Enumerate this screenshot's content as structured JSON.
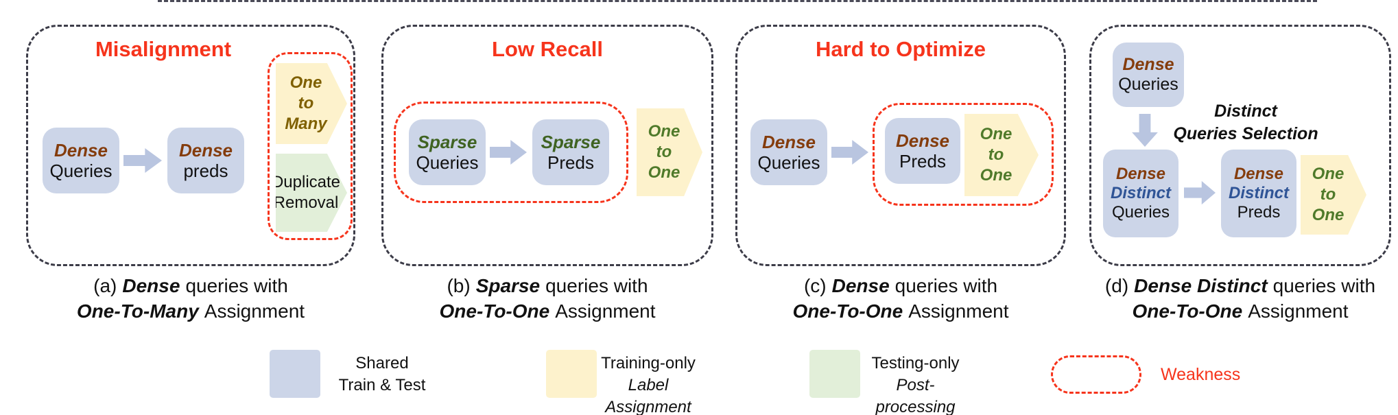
{
  "figure": {
    "panels": {
      "a": {
        "title": "Misalignment",
        "query_box": {
          "word1": "Dense",
          "word2": "Queries"
        },
        "pred_box": {
          "word1": "Dense",
          "word2": "preds"
        },
        "assignment": {
          "l1": "One",
          "l2": "to",
          "l3": "Many"
        },
        "postprocess": {
          "l1": "Duplicate",
          "l2": "Removal"
        },
        "caption_line1": {
          "prefix": "(a)",
          "emph": "Dense",
          "rest": "queries with"
        },
        "caption_line2": {
          "emph": "One-To-Many",
          "rest": "Assignment"
        }
      },
      "b": {
        "title": "Low Recall",
        "query_box": {
          "word1": "Sparse",
          "word2": "Queries"
        },
        "pred_box": {
          "word1": "Sparse",
          "word2": "Preds"
        },
        "assignment": {
          "l1": "One",
          "l2": "to",
          "l3": "One"
        },
        "caption_line1": {
          "prefix": "(b)",
          "emph": "Sparse",
          "rest": "queries with"
        },
        "caption_line2": {
          "emph": "One-To-One",
          "rest": "Assignment"
        }
      },
      "c": {
        "title": "Hard to Optimize",
        "query_box": {
          "word1": "Dense",
          "word2": "Queries"
        },
        "pred_box": {
          "word1": "Dense",
          "word2": "Preds"
        },
        "assignment": {
          "l1": "One",
          "l2": "to",
          "l3": "One"
        },
        "caption_line1": {
          "prefix": "(c)",
          "emph": "Dense",
          "rest": "queries with"
        },
        "caption_line2": {
          "emph": "One-To-One",
          "rest": "Assignment"
        }
      },
      "d": {
        "top_box": {
          "word1": "Dense",
          "word2": "Queries"
        },
        "selection_label": {
          "l1": "Distinct",
          "l2": "Queries Selection"
        },
        "query_box": {
          "word1": "Dense",
          "word2": "Distinct",
          "word3": "Queries"
        },
        "pred_box": {
          "word1": "Dense",
          "word2": "Distinct",
          "word3": "Preds"
        },
        "assignment": {
          "l1": "One",
          "l2": "to",
          "l3": "One"
        },
        "caption_line1": {
          "prefix": "(d)",
          "emph": "Dense Distinct",
          "rest": "queries with"
        },
        "caption_line2": {
          "emph": "One-To-One",
          "rest": "Assignment"
        }
      }
    },
    "legend": {
      "shared": {
        "l1": "Shared",
        "l2": "Train & Test"
      },
      "training": {
        "l1": "Training-only",
        "l2": "Label Assignment"
      },
      "testing": {
        "l1": "Testing-only",
        "l2": "Post-processing"
      },
      "weakness": "Weakness"
    },
    "colors": {
      "shared_fill": "#ccd5e8",
      "training_fill": "#fdf2cc",
      "testing_fill": "#e2efd9",
      "arrow_fill": "#b9c5e0",
      "dense_text": "#843c0c",
      "sparse_text": "#3f6322",
      "distinct_text": "#2f5496",
      "one_to_many_text": "#7f6000",
      "one_to_one_text": "#4f7a2a",
      "weakness_red": "#f6341c",
      "panel_border": "#3c3c48"
    }
  }
}
